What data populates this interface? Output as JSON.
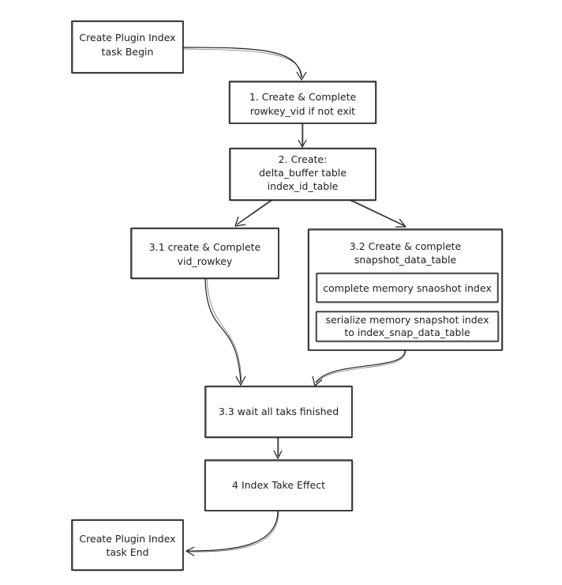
{
  "nodes": {
    "begin": {
      "lines": [
        "Create Plugin Index",
        "task Begin"
      ]
    },
    "step1": {
      "lines": [
        "1. Create & Complete",
        "rowkey_vid if not exit"
      ]
    },
    "step2": {
      "lines": [
        "2. Create:",
        "delta_buffer table",
        "index_id_table"
      ]
    },
    "step3_1": {
      "lines": [
        "3.1 create & Complete",
        "vid_rowkey"
      ]
    },
    "step3_2": {
      "lines": [
        "3.2 Create & complete",
        "snapshot_data_table"
      ],
      "sub1": {
        "lines": [
          "complete memory snaoshot index"
        ]
      },
      "sub2": {
        "lines": [
          "serialize memory snapshot index",
          "to index_snap_data_table"
        ]
      }
    },
    "step3_3": {
      "lines": [
        "3.3 wait all taks finished"
      ]
    },
    "step4": {
      "lines": [
        "4 Index Take Effect"
      ]
    },
    "end": {
      "lines": [
        "Create Plugin Index",
        "task End"
      ]
    }
  }
}
